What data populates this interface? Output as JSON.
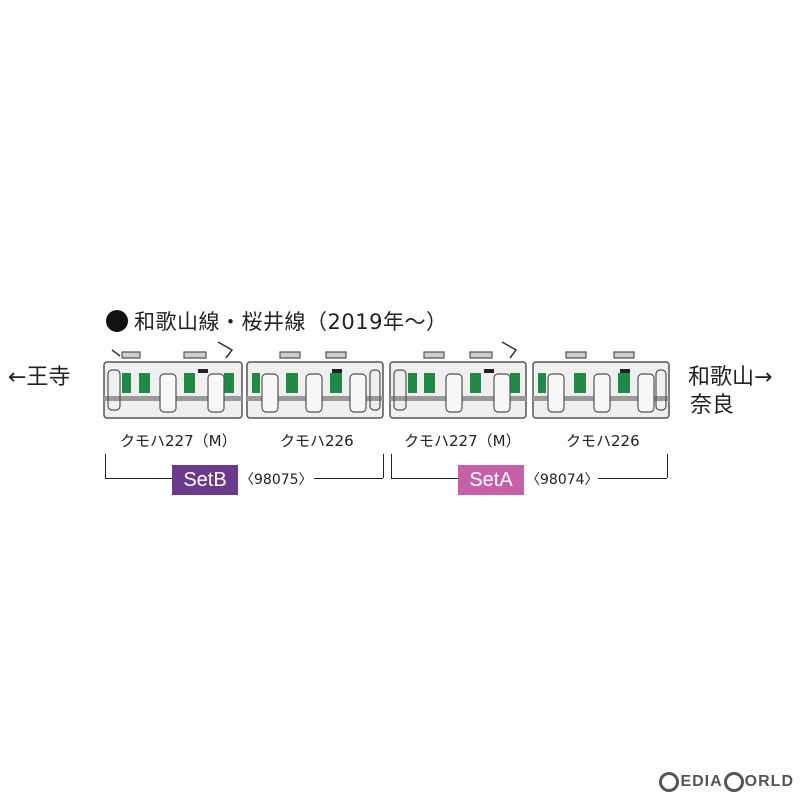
{
  "title": "和歌山線・桜井線（2019年～）",
  "direction_left": "←王寺",
  "direction_right": [
    "和歌山→",
    "奈良"
  ],
  "cars": [
    {
      "label": "クモハ227（M）"
    },
    {
      "label": "クモハ226"
    },
    {
      "label": "クモハ227（M）"
    },
    {
      "label": "クモハ226"
    }
  ],
  "sets": [
    {
      "name": "SetB",
      "code": "〈98075〉",
      "color": "#6b3a8c"
    },
    {
      "name": "SetA",
      "code": "〈98074〉",
      "color": "#c660a8"
    }
  ],
  "colors": {
    "car_body": "#efefef",
    "stripe_green": "#1f8a45",
    "outline": "#555555"
  },
  "watermark": "MEDIAWORLD"
}
